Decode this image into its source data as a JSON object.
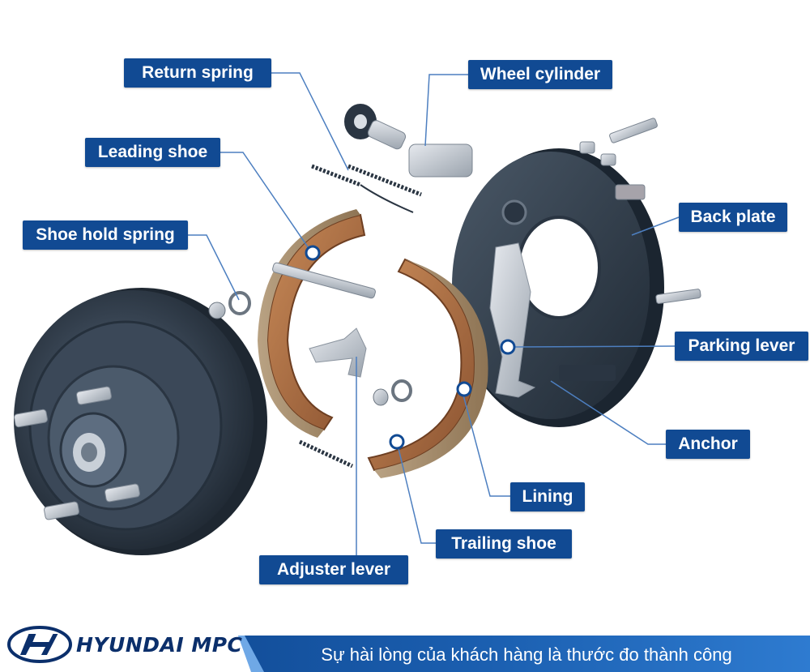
{
  "labels": {
    "return_spring": "Return spring",
    "wheel_cylinder": "Wheel cylinder",
    "leading_shoe": "Leading shoe",
    "shoe_hold_spring": "Shoe hold spring",
    "back_plate": "Back plate",
    "parking_lever": "Parking lever",
    "anchor": "Anchor",
    "lining": "Lining",
    "trailing_shoe": "Trailing shoe",
    "adjuster_lever": "Adjuster lever"
  },
  "footer": {
    "brand": "HYUNDAI MPC",
    "slogan": "Sự hài lòng của khách hàng là thước đo thành công"
  },
  "colors": {
    "label_bg": "#114a93",
    "label_text": "#ffffff",
    "leader_line": "#4d7fc0",
    "lining_brown": "#a86a3e",
    "drum_dark": "#2f3b4a"
  }
}
